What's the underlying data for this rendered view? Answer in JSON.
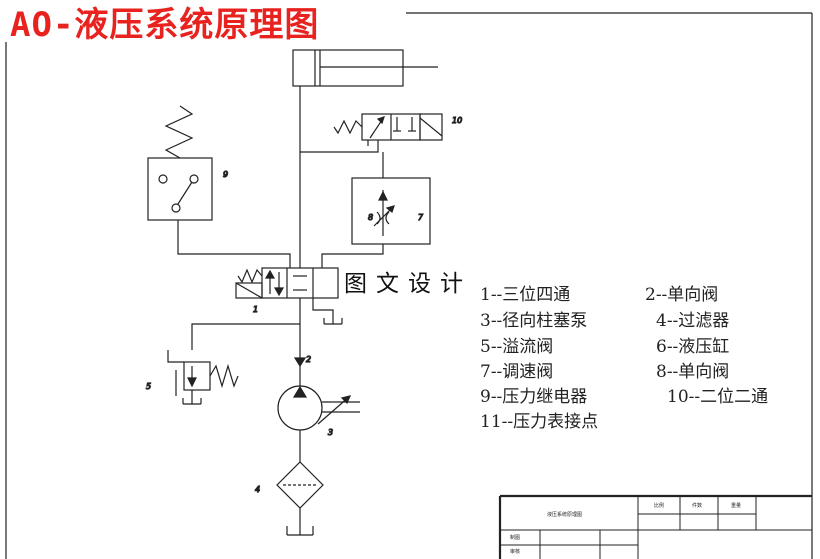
{
  "title": "AO-液压系统原理图",
  "watermark": "图文设计",
  "component_labels": {
    "n1": "1",
    "n2": "2",
    "n3": "3",
    "n4": "4",
    "n5": "5",
    "n7": "7",
    "n8": "8",
    "n9": "9",
    "n10": "10"
  },
  "legend": [
    "1--三位四通",
    "2--单向阀",
    "3--径向柱塞泵",
    "4--过滤器",
    "5--溢流阀",
    "6--液压缸",
    "7--调速阀",
    "8--单向阀",
    "9--压力继电器",
    "10--二位二通",
    "11--压力表接点"
  ],
  "title_block": {
    "drawing_name": "液压系统原理图",
    "col1": "比例",
    "col2": "件数",
    "col3": "重量",
    "row1": "制图",
    "row2": "审核"
  }
}
